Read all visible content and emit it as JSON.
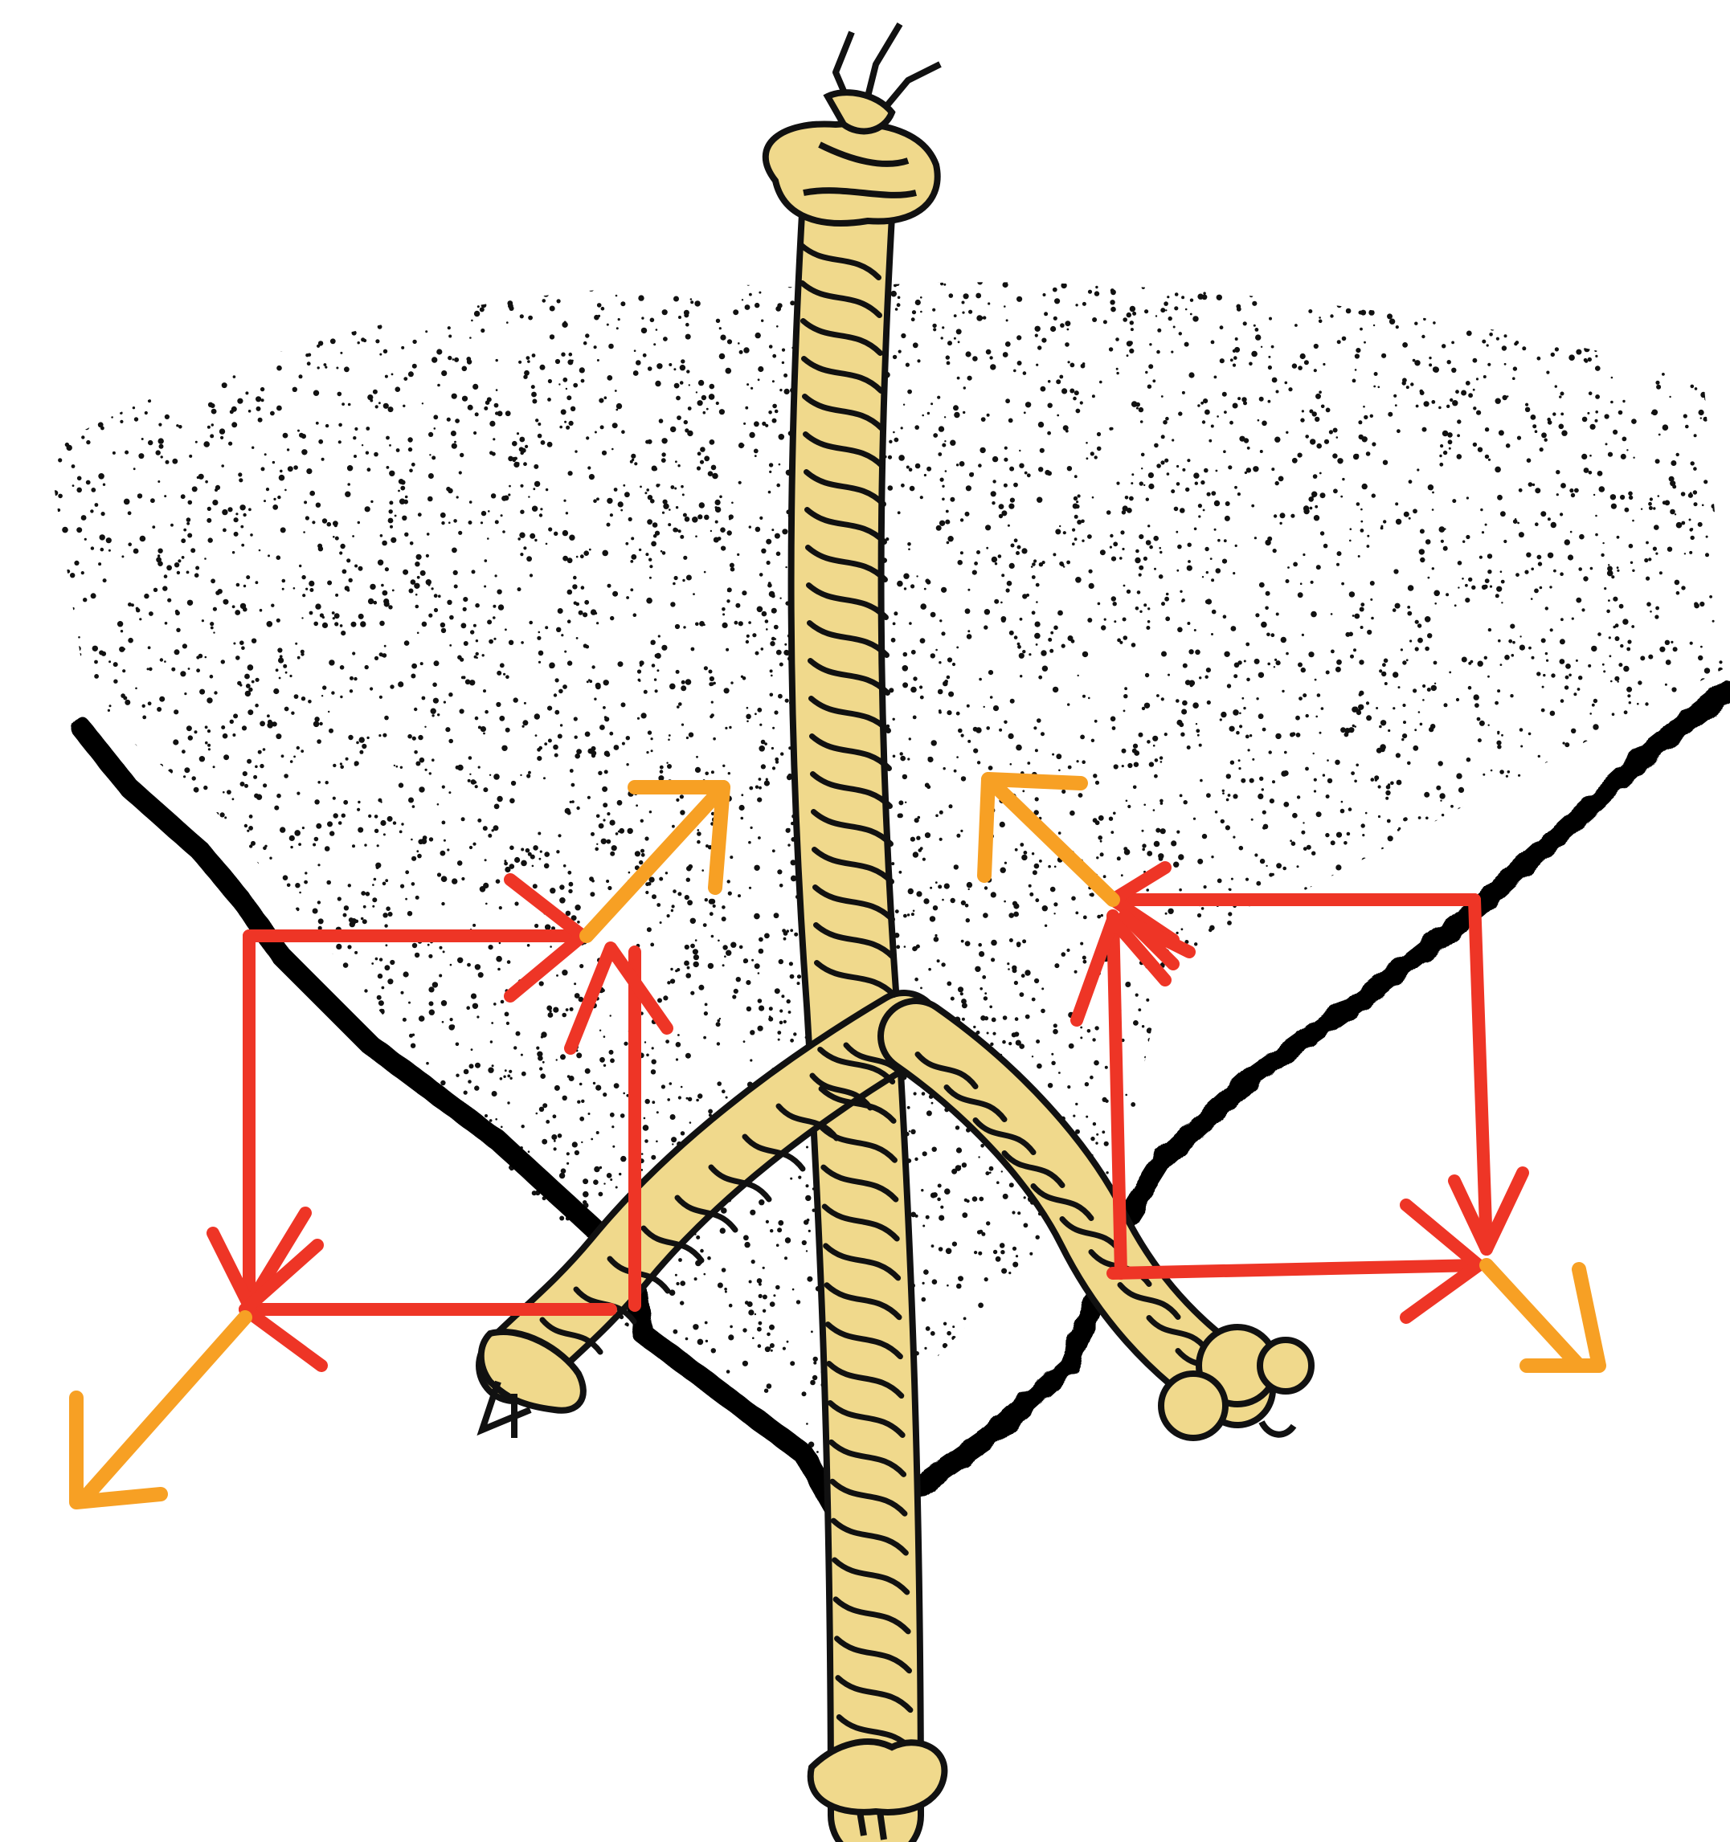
{
  "diagram": {
    "colors": {
      "background": "#ffffff",
      "stipple": "#111111",
      "rock_edge": "#000000",
      "rope_fill": "#f0d98c",
      "rope_outline": "#111111",
      "force_component": "#ee3526",
      "resultant": "#f7a024"
    },
    "elements": {
      "rope": "twisted-rope",
      "rock_edges": "rock-crack-edges",
      "left_force_box": "force-component-box",
      "right_force_box": "force-component-box",
      "resultant_arrows": "resultant-arrows"
    }
  }
}
